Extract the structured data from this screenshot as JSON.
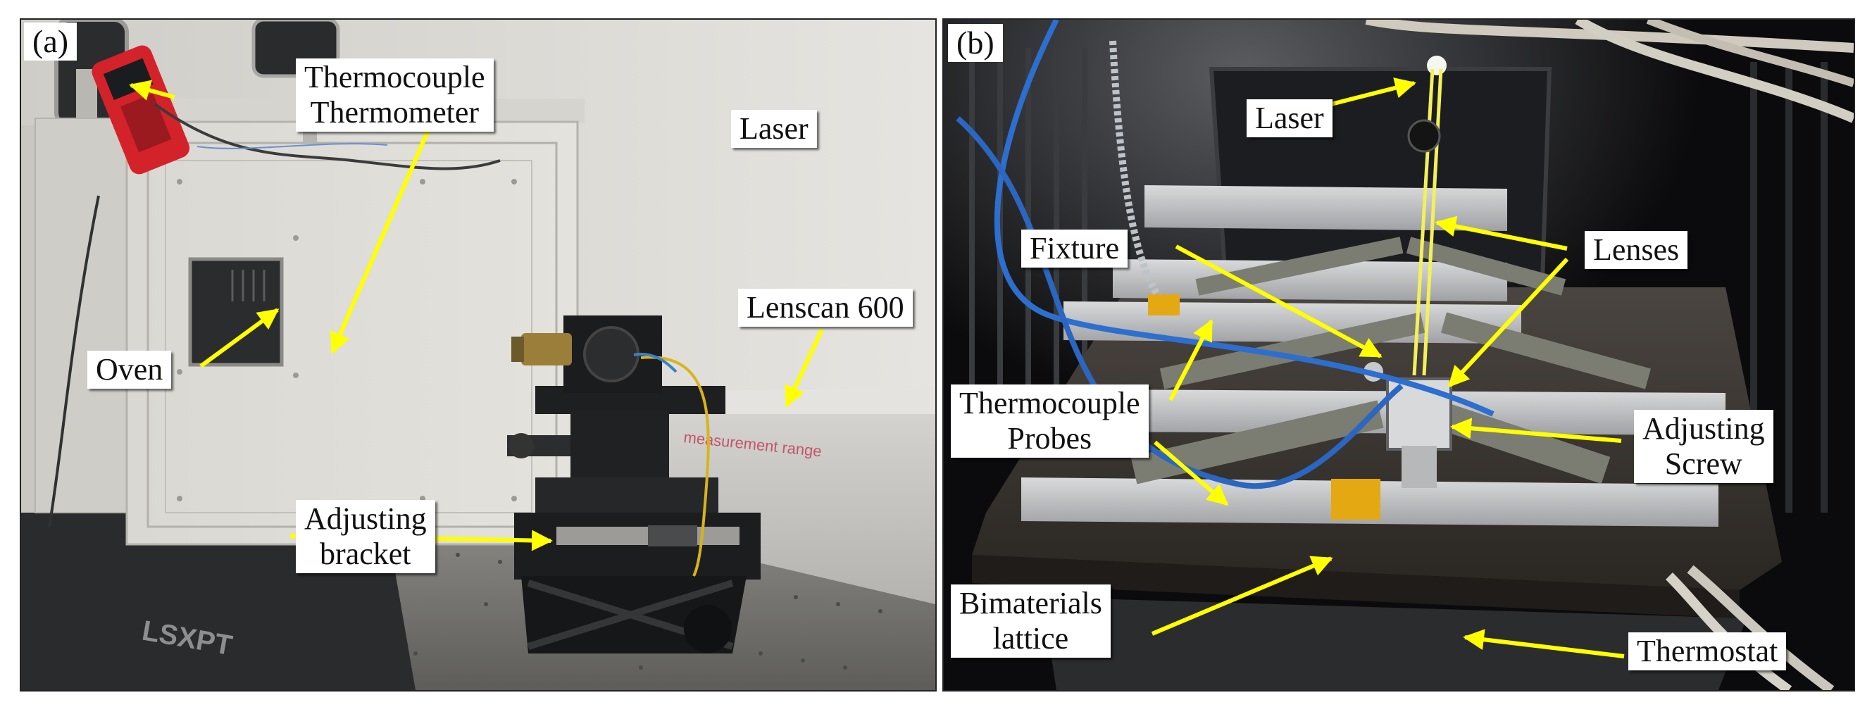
{
  "figure": {
    "panel_a": {
      "tag": "(a)",
      "labels": {
        "thermocouple_thermometer": [
          "Thermocouple",
          "Thermometer"
        ],
        "laser": "Laser",
        "lenscan": "Lenscan 600",
        "oven": "Oven",
        "adjusting_bracket": [
          "Adjusting",
          "bracket"
        ]
      },
      "scene_text": {
        "stand_brand": "LSXPT",
        "rail_print": "measurement range"
      }
    },
    "panel_b": {
      "tag": "(b)",
      "labels": {
        "laser": "Laser",
        "lenses": "Lenses",
        "fixture": "Fixture",
        "thermocouple_probes": [
          "Thermocouple",
          "Probes"
        ],
        "adjusting_screw": [
          "Adjusting",
          "Screw"
        ],
        "bimaterials_lattice": [
          "Bimaterials",
          "lattice"
        ],
        "thermostat": "Thermostat"
      }
    },
    "colors": {
      "arrow": "#ffff00",
      "label_bg": "#ffffff",
      "label_text": "#111111"
    }
  }
}
